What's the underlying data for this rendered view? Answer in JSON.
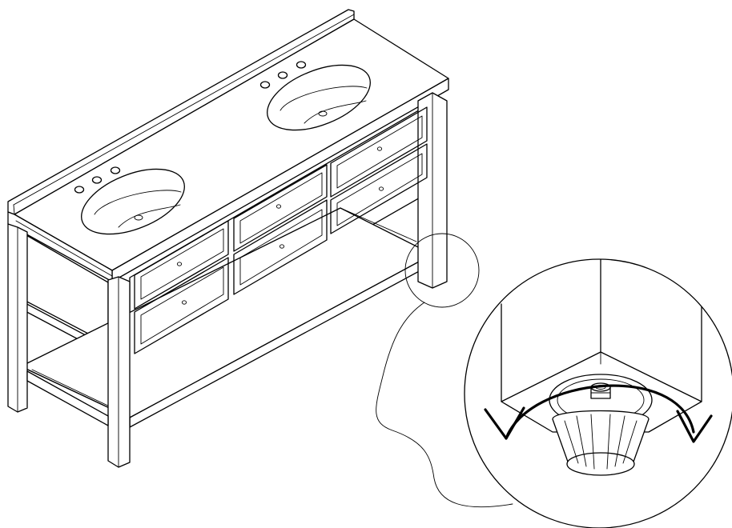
{
  "figure": {
    "subject": "double-sink-vanity",
    "detail": "leveling-foot-adjustment",
    "detail_action": "rotate-foot-to-level",
    "colors": {
      "line": "#000000",
      "background": "#ffffff"
    }
  }
}
